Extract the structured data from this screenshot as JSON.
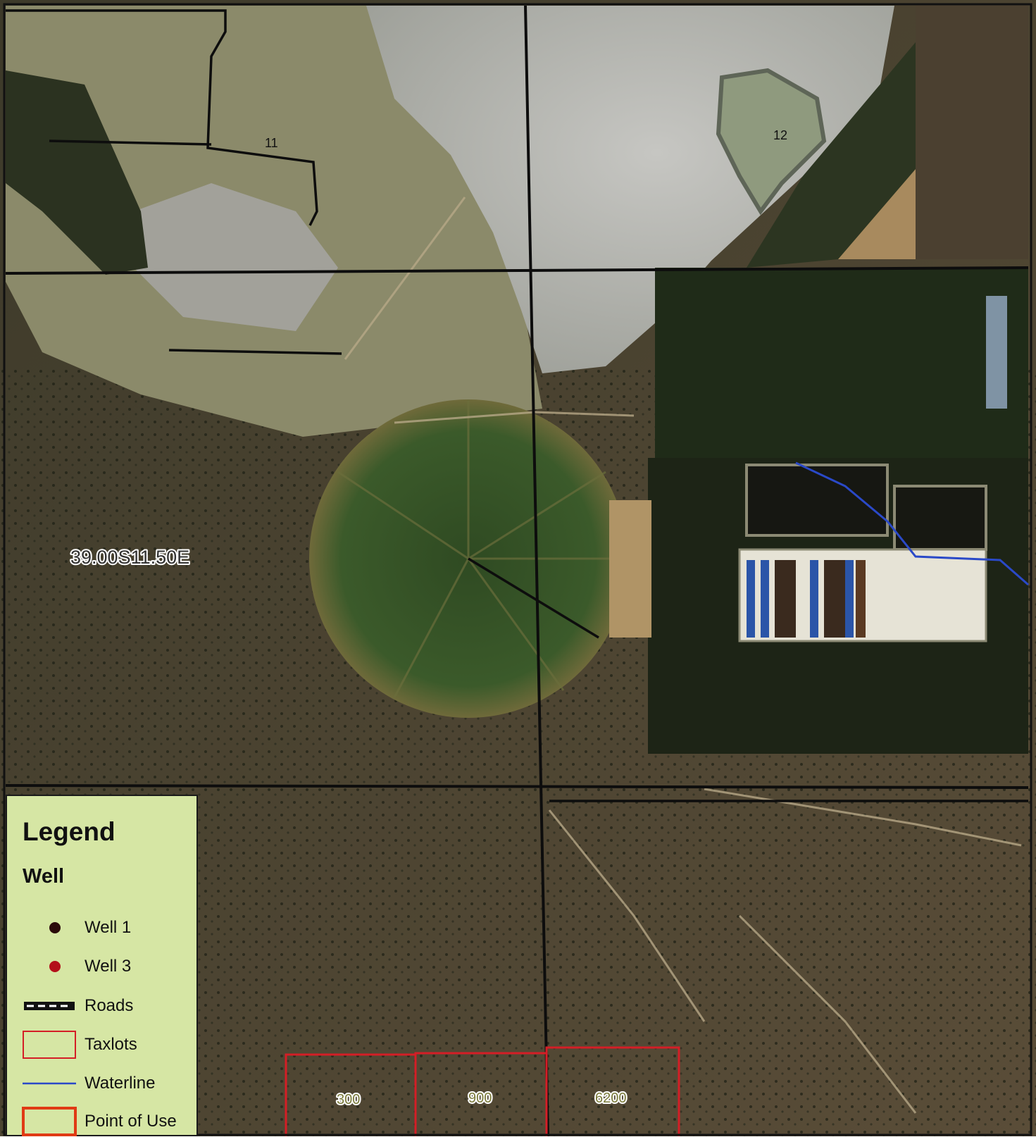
{
  "map": {
    "section_labels": [
      "11",
      "12"
    ],
    "township_label": "39.00S11.50E",
    "taxlot_labels": [
      "300",
      "900",
      "6200"
    ],
    "colors": {
      "section_line": "#0d0d0d",
      "taxlot_red": "#d41e26",
      "waterline_blue": "#2a49c8",
      "legend_bg": "#d6e6a4",
      "well1": "#2a0a0a",
      "well3": "#b3101a",
      "point_of_use": "#e03a14"
    }
  },
  "legend": {
    "title": "Legend",
    "group_title": "Well",
    "items": [
      {
        "label": "Well 1",
        "symbol": "dark-red-dot"
      },
      {
        "label": "Well 3",
        "symbol": "red-dot"
      },
      {
        "label": "Roads",
        "symbol": "dashed-black-line"
      },
      {
        "label": "Taxlots",
        "symbol": "thin-red-rectangle"
      },
      {
        "label": "Waterline",
        "symbol": "blue-line"
      },
      {
        "label": "Point of Use",
        "symbol": "thick-orange-rectangle"
      }
    ]
  }
}
